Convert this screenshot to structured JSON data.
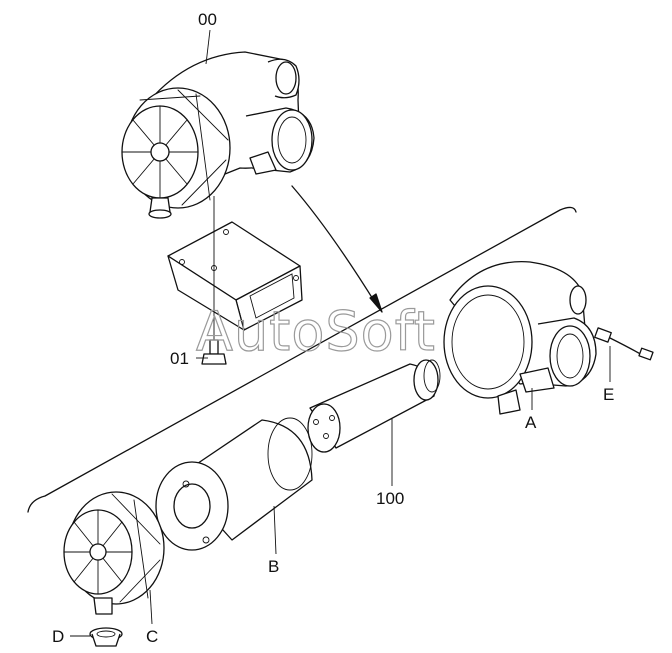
{
  "watermark": "AutoSoft",
  "callouts": {
    "assembly": "00",
    "bolt": "01",
    "element": "100",
    "housing_band": "A",
    "outer_element": "B",
    "cover": "C",
    "valve": "D",
    "indicator": "E"
  }
}
